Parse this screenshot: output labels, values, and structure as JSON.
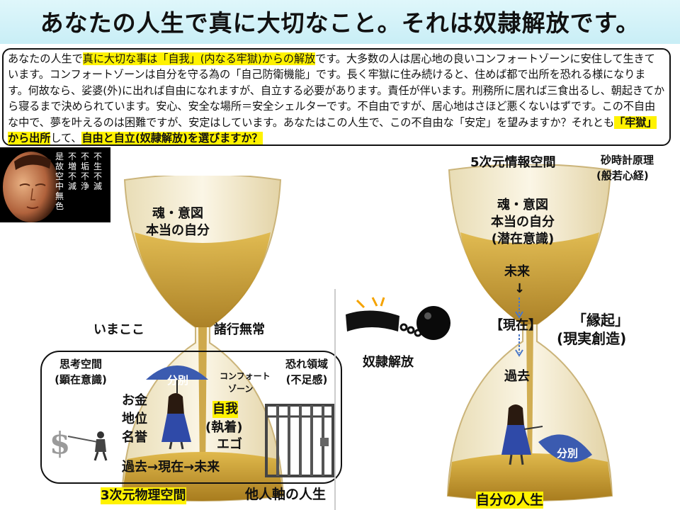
{
  "title": "あなたの人生で真に大切なこと。それは奴隷解放です。",
  "intro": {
    "p1": "あなたの人生で",
    "hl1": "真に大切な事は「自我」(内なる牢獄)からの解放",
    "p2": "です。大多数の人は居心地の良いコンフォートゾーンに安住して生きています。コンフォートゾーンは自分を守る為の「自己防衛機能」です。長く牢獄に住み続けると、住めば都で出所を恐れる様になります。何故なら、娑婆(外)に出れば自由になれますが、自立する必要があります。責任が伴います。刑務所に居れば三食出るし、朝起きてから寝るまで決められています。安心、安全な場所＝安全シェルターです。不自由ですが、居心地はさほど悪くないはずです。この不自由な中で、夢を叶えるのは困難ですが、安定はしています。あなたはこの人生で、この不自由な「安定」を望みますか？それとも",
    "hl2": "「牢獄」から出所",
    "p3": "して、",
    "hl3": "自由と自立(奴隷解放)を選びますか？"
  },
  "poem": [
    "不生不滅",
    "不垢不浄",
    "不増不減",
    "是故空中無色"
  ],
  "left": {
    "top_label_1": "魂・意図",
    "top_label_2": "本当の自分",
    "imakoko": "いまここ",
    "shogyo": "諸行無常",
    "thought_1": "思考空間",
    "thought_2": "(顕在意識)",
    "fear_1": "恐れ領域",
    "fear_2": "(不足感)",
    "umbrella": "分別",
    "comfort_1": "コンフォート",
    "comfort_2": "ゾーン",
    "money": "お金",
    "status": "地位",
    "honor": "名誉",
    "ego_hl": "自我",
    "ego_2": "(執着)",
    "ego_3": "エゴ",
    "timeline": "過去→現在→未来",
    "space": "3次元物理空間",
    "life": "他人軸の人生"
  },
  "middle": {
    "liberation": "奴隷解放"
  },
  "right": {
    "space5": "5次元情報空間",
    "principle_1": "砂時計原理",
    "principle_2": "(般若心経)",
    "top_label_1": "魂・意図",
    "top_label_2": "本当の自分",
    "top_label_3": "(潜在意識)",
    "future": "未来",
    "present": "【現在】",
    "past": "過去",
    "engi_1": "「縁起」",
    "engi_2": "(現実創造)",
    "umbrella": "分別",
    "life": "自分の人生"
  },
  "colors": {
    "banner": "#cdeff7",
    "sand": "#c9a13a",
    "glass": "#f3e7c4",
    "umbrella": "#3b5bb0",
    "highlight": "#fff200"
  }
}
